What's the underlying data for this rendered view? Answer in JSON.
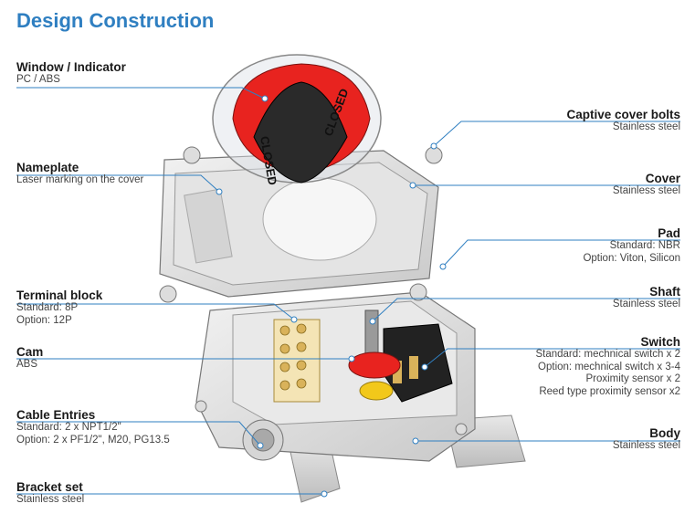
{
  "title": "Design Construction",
  "labels": {
    "window": {
      "name": "Window / Indicator",
      "lines": [
        "PC / ABS"
      ]
    },
    "nameplate": {
      "name": "Nameplate",
      "lines": [
        "Laser marking on the cover"
      ]
    },
    "terminal": {
      "name": "Terminal block",
      "lines": [
        "Standard: 8P",
        "Option: 12P"
      ]
    },
    "cam": {
      "name": "Cam",
      "lines": [
        "ABS"
      ]
    },
    "cable": {
      "name": "Cable Entries",
      "lines": [
        "Standard: 2 x NPT1/2\"",
        "Option: 2 x PF1/2\", M20, PG13.5"
      ]
    },
    "bracket": {
      "name": "Bracket set",
      "lines": [
        "Stainless steel"
      ]
    },
    "bolts": {
      "name": "Captive cover bolts",
      "lines": [
        "Stainless steel"
      ]
    },
    "cover": {
      "name": "Cover",
      "lines": [
        "Stainless steel"
      ]
    },
    "pad": {
      "name": "Pad",
      "lines": [
        "Standard: NBR",
        "Option: Viton, Silicon"
      ]
    },
    "shaft": {
      "name": "Shaft",
      "lines": [
        "Stainless steel"
      ]
    },
    "switch": {
      "name": "Switch",
      "lines": [
        "Standard: mechnical switch x 2",
        "Option: mechnical switch x 3-4",
        "Proximity sensor x 2",
        "Reed type proximity sensor x2"
      ]
    },
    "body": {
      "name": "Body",
      "lines": [
        "Stainless steel"
      ]
    }
  },
  "indicator_text": [
    "CLOSED",
    "CLOSED"
  ],
  "colors": {
    "accent": "#2f7fc1",
    "indicator_red": "#e8231f",
    "cam_yellow": "#f2c81a",
    "terminal_brass": "#d9b25a"
  }
}
